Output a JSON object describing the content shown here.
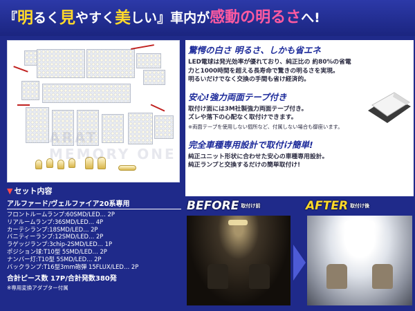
{
  "banner": {
    "bracket_open": "『",
    "w1": "明",
    "t1": "るく",
    "w2": "見",
    "t2": "やすく",
    "w3": "美",
    "t3": "しい",
    "bracket_close": "』",
    "t4": "車内が",
    "highlight": "感動の明るさ",
    "t5": "へ!"
  },
  "product_photo": {
    "watermark": "ARAT MEMORY ONE"
  },
  "features": [
    {
      "heading": "驚愕の白さ 明るさ、しかも省エネ",
      "body": [
        "LED電球は発光効率が優れており、純正比の 約80%の省電",
        "力と1000時間を超える長寿命で驚きの明るさを実現。",
        "明るいだけでなく交換の手間も省け経済的。"
      ]
    },
    {
      "heading": "安心!強力両面テープ付き",
      "body": [
        "取付け面には3M社製強力両面テープ付き。",
        "ズレや落下の心配なく取付けできます。"
      ],
      "note": "※両面テープを使用しない個所など、付属しない場合も御座います。"
    },
    {
      "heading": "完全車種専用設計で取付け簡単!",
      "body": [
        "純正ユニット形状に合わせた安心の車種専用設計。",
        "純正ランプと交換するだけの簡単取付け!"
      ]
    }
  ],
  "set_contents": {
    "title_marker": "▼",
    "title": "セット内容",
    "vehicle": "アルファード/ヴェルファイア20系専用",
    "items": [
      "フロントルームランプ:60SMD/LED… 2P",
      "リアルームランプ:36SMD/LED… 4P",
      "カーテシランプ:18SMD/LED… 2P",
      "バニティーランプ:12SMD/LED… 2P",
      "ラゲッジランプ:3chip-2SMD/LED… 1P",
      "ポジション球:T10型 5SMD/LED… 2P",
      "ナンバー灯:T10型 5SMD/LED… 2P",
      "バックランプ:T16型3mm砲弾 15FLUX/LED… 2P"
    ],
    "total": "合計ピース数 17P/合計発数380発",
    "note": "※専用変換アダプター付属"
  },
  "before_after": {
    "before_label": "BEFORE",
    "before_caption": "取付け前",
    "after_label": "AFTER",
    "after_caption": "取付け後"
  },
  "colors": {
    "background": "#1f2a8a",
    "yellow": "#ffd92a",
    "pink": "#ff5aa0",
    "heading_blue": "#1c2a9a",
    "wire_red": "#c0201e"
  }
}
